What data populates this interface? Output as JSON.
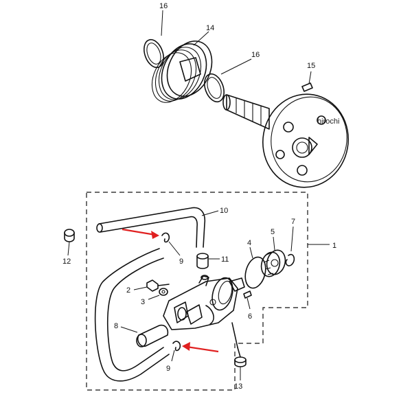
{
  "watermark": "hirochi",
  "parts": [
    {
      "id": "16a",
      "number": "16"
    },
    {
      "id": "14",
      "number": "14"
    },
    {
      "id": "16b",
      "number": "16"
    },
    {
      "id": "15",
      "number": "15"
    },
    {
      "id": "10",
      "number": "10"
    },
    {
      "id": "1",
      "number": "1"
    },
    {
      "id": "7",
      "number": "7"
    },
    {
      "id": "5",
      "number": "5"
    },
    {
      "id": "4",
      "number": "4"
    },
    {
      "id": "12",
      "number": "12"
    },
    {
      "id": "9a",
      "number": "9"
    },
    {
      "id": "11",
      "number": "11"
    },
    {
      "id": "2",
      "number": "2"
    },
    {
      "id": "3",
      "number": "3"
    },
    {
      "id": "6",
      "number": "6"
    },
    {
      "id": "8",
      "number": "8"
    },
    {
      "id": "9b",
      "number": "9"
    },
    {
      "id": "13",
      "number": "13"
    }
  ],
  "colors": {
    "ink": "#111111",
    "arrow": "#e02020",
    "background": "#ffffff"
  }
}
